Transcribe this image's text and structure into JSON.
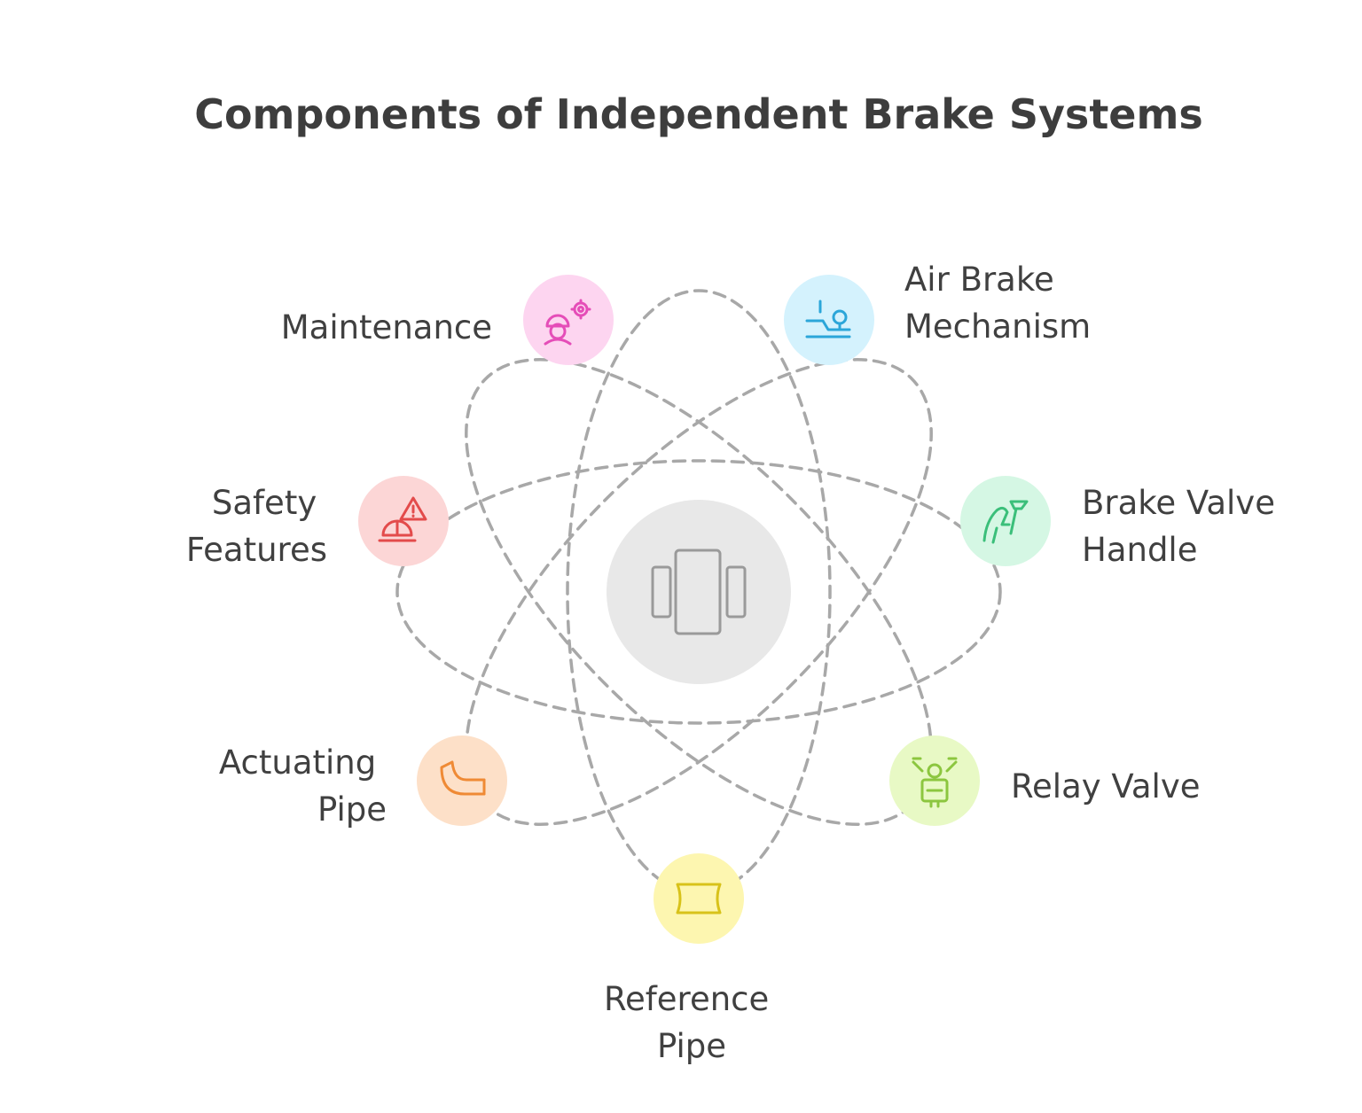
{
  "title": "Components of Independent Brake Systems",
  "center": {
    "icon": "brake-pads-icon",
    "fill": "#e8e8e8",
    "stroke": "#9a9a9a"
  },
  "components": [
    {
      "id": "maintenance",
      "lines": [
        "Maintenance"
      ],
      "icon": "worker-gear-icon",
      "fill": "#fdd5f0",
      "stroke": "#e54db8"
    },
    {
      "id": "air-brake-mechanism",
      "lines": [
        "Air Brake",
        "Mechanism"
      ],
      "icon": "lever-mechanism-icon",
      "fill": "#d4f2fd",
      "stroke": "#2ba6d9"
    },
    {
      "id": "brake-valve-handle",
      "lines": [
        "Brake Valve",
        "Handle"
      ],
      "icon": "hand-handle-icon",
      "fill": "#d5f7e4",
      "stroke": "#3bbf7a"
    },
    {
      "id": "relay-valve",
      "lines": [
        "Relay Valve"
      ],
      "icon": "valve-engine-icon",
      "fill": "#e8f9c5",
      "stroke": "#8cc63f"
    },
    {
      "id": "reference-pipe",
      "lines": [
        "Reference",
        "Pipe"
      ],
      "icon": "pipe-section-icon",
      "fill": "#fdf6b0",
      "stroke": "#d8c21a"
    },
    {
      "id": "actuating-pipe",
      "lines": [
        "Actuating",
        "Pipe"
      ],
      "icon": "elbow-pipe-icon",
      "fill": "#fde0c8",
      "stroke": "#ef8a35"
    },
    {
      "id": "safety-features",
      "lines": [
        "Safety",
        "Features"
      ],
      "icon": "warning-helmet-icon",
      "fill": "#fcd6d6",
      "stroke": "#e34b4b"
    }
  ]
}
